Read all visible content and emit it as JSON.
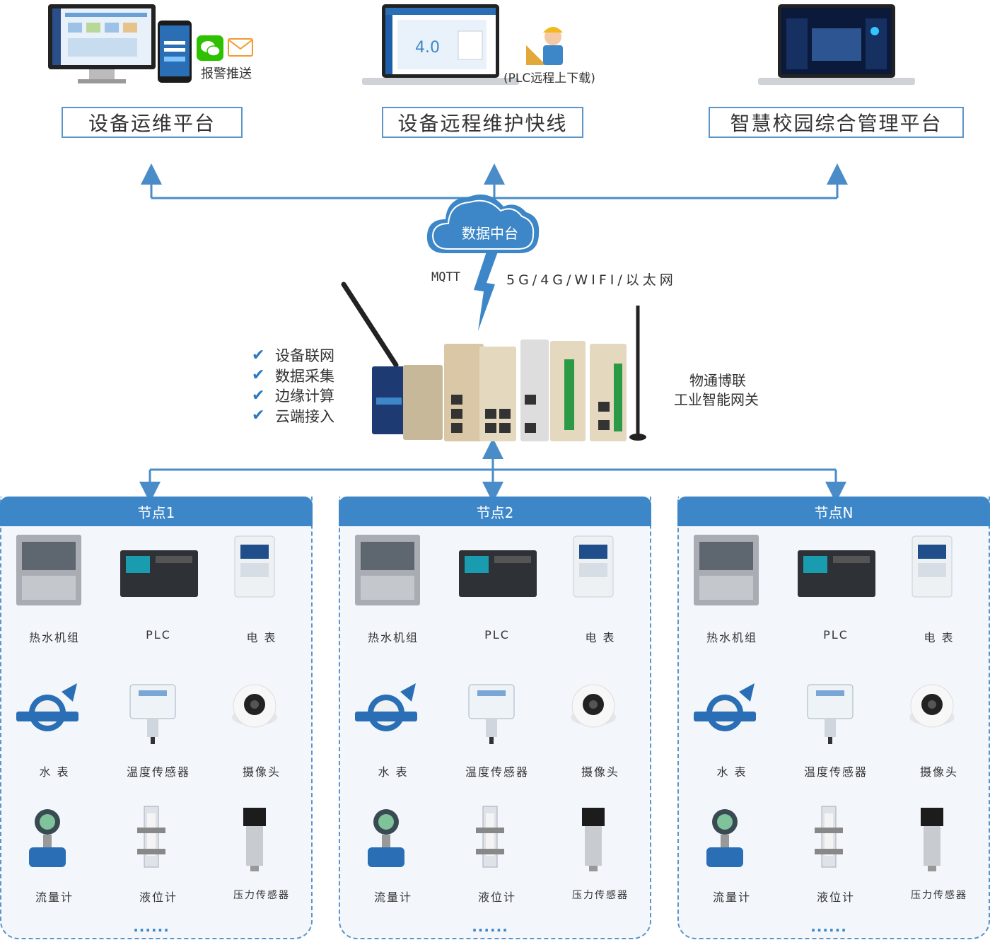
{
  "top": {
    "alarm_push_label": "报警推送",
    "plc_remote_label": "(PLC远程上下载)",
    "platforms": [
      "设备运维平台",
      "设备远程维护快线",
      "智慧校园综合管理平台"
    ]
  },
  "cloud": {
    "label": "数据中台"
  },
  "link": {
    "protocol": "MQTT",
    "networks": "5G/4G/WIFI/以太网"
  },
  "gateway_features": [
    "设备联网",
    "数据采集",
    "边缘计算",
    "云端接入"
  ],
  "gateway_name_line1": "物通博联",
  "gateway_name_line2": "工业智能网关",
  "nodes": [
    {
      "title": "节点1",
      "devices": [
        "热水机组",
        "PLC",
        "电 表",
        "水 表",
        "温度传感器",
        "摄像头",
        "流量计",
        "液位计",
        "压力传感器"
      ],
      "more": "......"
    },
    {
      "title": "节点2",
      "devices": [
        "热水机组",
        "PLC",
        "电 表",
        "水 表",
        "温度传感器",
        "摄像头",
        "流量计",
        "液位计",
        "压力传感器"
      ],
      "more": "......"
    },
    {
      "title": "节点N",
      "devices": [
        "热水机组",
        "PLC",
        "电 表",
        "水 表",
        "温度传感器",
        "摄像头",
        "流量计",
        "液位计",
        "压力传感器"
      ],
      "more": "......"
    }
  ],
  "colors": {
    "accent": "#3d87c8",
    "line": "#4a8cc8",
    "check": "#2a78c2"
  }
}
